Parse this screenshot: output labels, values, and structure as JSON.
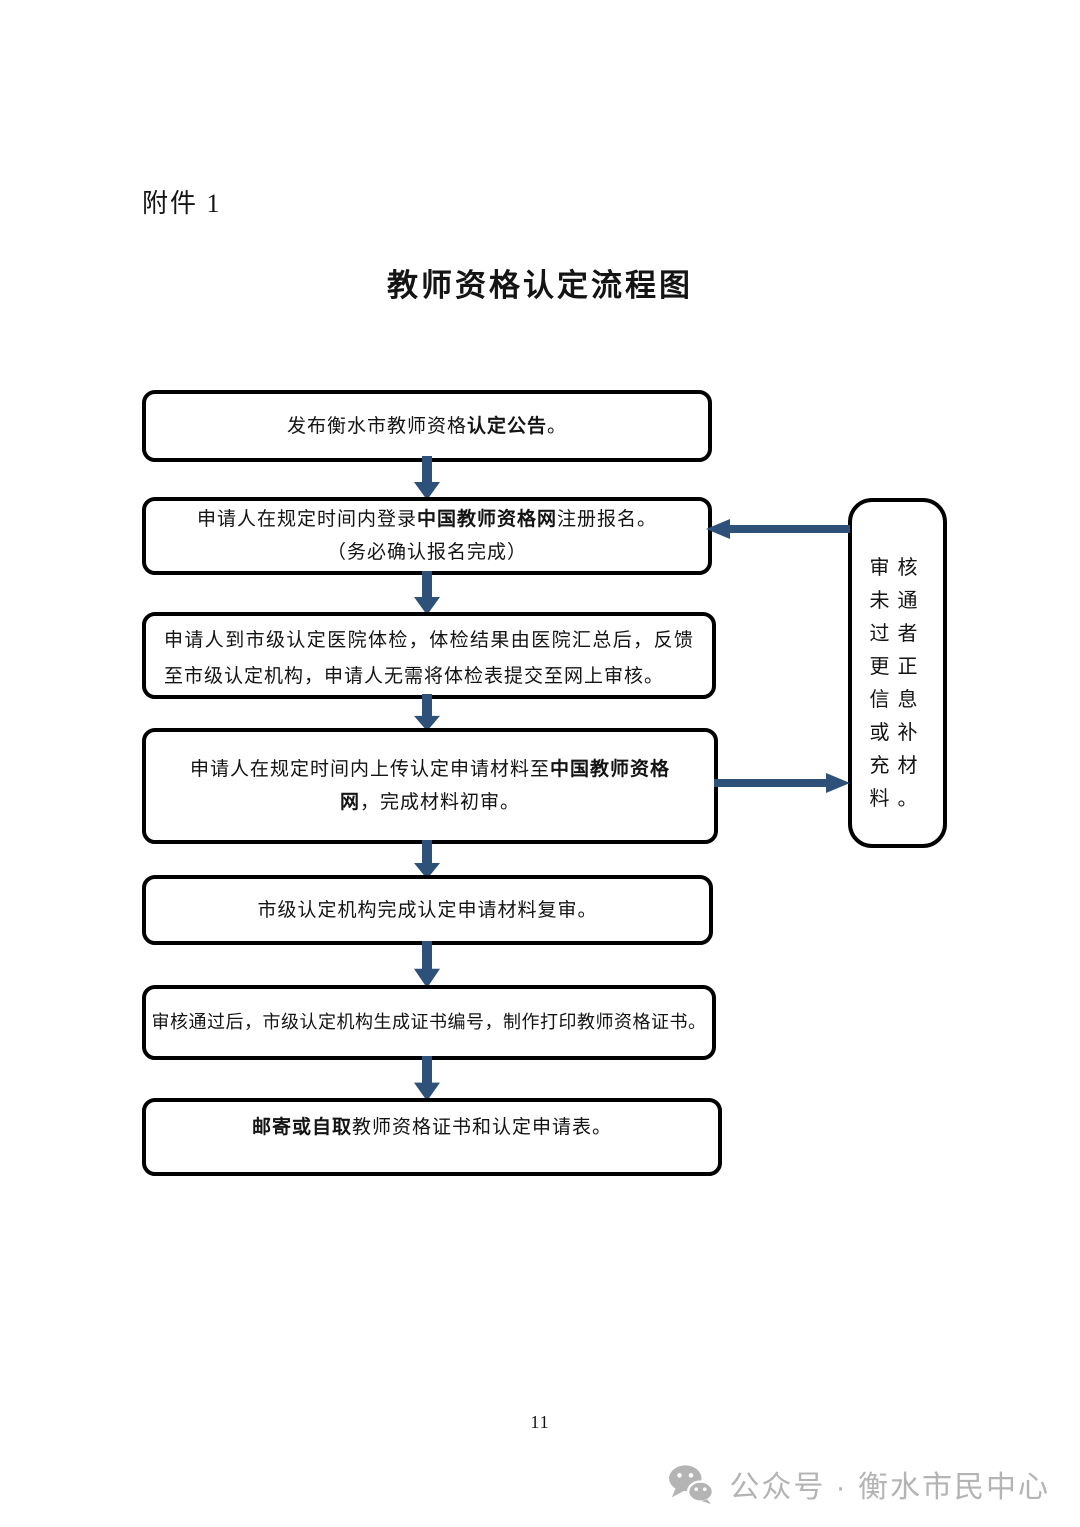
{
  "colors": {
    "arrow-color": "#2d5179",
    "box-border-color": "#000000",
    "watermark-color": "#b4b4b4",
    "text-color": "#141414"
  },
  "document": {
    "attachment_label": "附件 1",
    "title": "教师资格认定流程图",
    "page_number": "11"
  },
  "flowchart": {
    "steps": [
      {
        "lines": [
          {
            "parts": [
              {
                "t": "发布衡水市教师资格"
              },
              {
                "t": "认定公告",
                "b": true
              },
              {
                "t": "。"
              }
            ]
          }
        ]
      },
      {
        "lines": [
          {
            "parts": [
              {
                "t": "申请人在规定时间内登录"
              },
              {
                "t": "中国教师资格网",
                "b": true
              },
              {
                "t": "注册报名。"
              }
            ]
          },
          {
            "parts": [
              {
                "t": "（务必确认报名完成）"
              }
            ]
          }
        ]
      },
      {
        "lines": [
          {
            "parts": [
              {
                "t": "申请人到市级认定医院体检，体检结果由医院汇总后，反馈至市级认定机构，申请人无需将体检表提交至网上审核。"
              }
            ]
          }
        ]
      },
      {
        "lines": [
          {
            "parts": [
              {
                "t": "申请人在规定时间内上传认定申请材料至"
              },
              {
                "t": "中国教师资格网",
                "b": true
              },
              {
                "t": "，完成材料初审。"
              }
            ]
          }
        ]
      },
      {
        "lines": [
          {
            "parts": [
              {
                "t": "市级认定机构完成认定申请材料复审。"
              }
            ]
          }
        ]
      },
      {
        "lines": [
          {
            "parts": [
              {
                "t": "审核通过后，市级认定机构生成证书编号，制作打印教师资格证书。"
              }
            ]
          }
        ]
      },
      {
        "lines": [
          {
            "parts": [
              {
                "t": "邮寄或自取",
                "b": true
              },
              {
                "t": "教师资格证书和认定申请表。"
              }
            ]
          }
        ]
      }
    ],
    "side_note": "审核未通过者更正信息或补充材料。"
  },
  "icons": {
    "flow_connector": "down-arrow-icon",
    "return_connector": "left-arrow-icon",
    "forward_connector": "right-arrow-icon",
    "watermark": "wechat-icon"
  },
  "watermark": {
    "text": "公众号 · 衡水市民中心"
  }
}
